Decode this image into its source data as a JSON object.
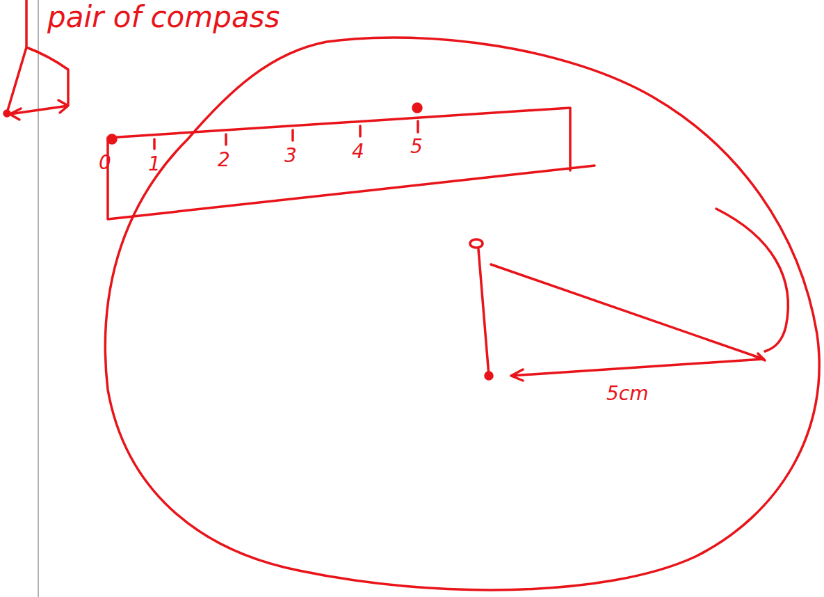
{
  "diagram": {
    "labels": [
      "pair of compass",
      "0",
      "1",
      "2",
      "3",
      "4",
      "5",
      "5cm"
    ]
  }
}
